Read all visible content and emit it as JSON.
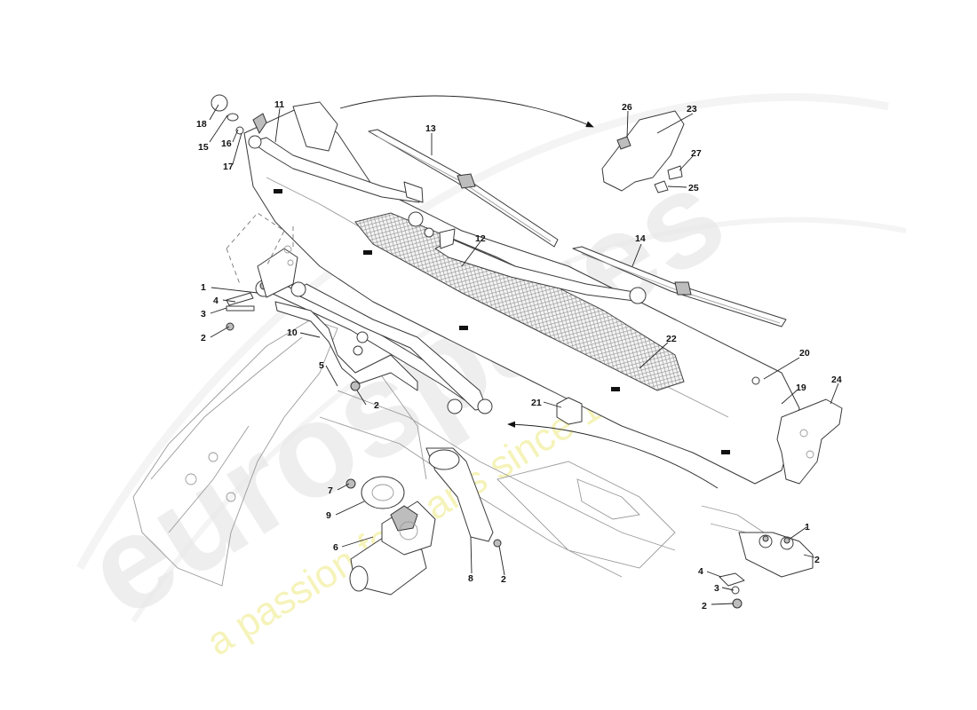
{
  "diagram": {
    "watermark": {
      "brand": "eurospares",
      "tagline": "a passion for parts since 1985"
    },
    "callouts": [
      {
        "id": "c1a",
        "label": "1"
      },
      {
        "id": "c4a",
        "label": "4"
      },
      {
        "id": "c3a",
        "label": "3"
      },
      {
        "id": "c2a",
        "label": "2"
      },
      {
        "id": "c10",
        "label": "10"
      },
      {
        "id": "c5",
        "label": "5"
      },
      {
        "id": "c2b",
        "label": "2"
      },
      {
        "id": "c7",
        "label": "7"
      },
      {
        "id": "c9",
        "label": "9"
      },
      {
        "id": "c6",
        "label": "6"
      },
      {
        "id": "c8",
        "label": "8"
      },
      {
        "id": "c2c",
        "label": "2"
      },
      {
        "id": "c18",
        "label": "18"
      },
      {
        "id": "c15",
        "label": "15"
      },
      {
        "id": "c16",
        "label": "16"
      },
      {
        "id": "c17",
        "label": "17"
      },
      {
        "id": "c11",
        "label": "11"
      },
      {
        "id": "c13",
        "label": "13"
      },
      {
        "id": "c12",
        "label": "12"
      },
      {
        "id": "c14",
        "label": "14"
      },
      {
        "id": "c26",
        "label": "26"
      },
      {
        "id": "c23",
        "label": "23"
      },
      {
        "id": "c27",
        "label": "27"
      },
      {
        "id": "c25",
        "label": "25"
      },
      {
        "id": "c22",
        "label": "22"
      },
      {
        "id": "c20",
        "label": "20"
      },
      {
        "id": "c19",
        "label": "19"
      },
      {
        "id": "c24",
        "label": "24"
      },
      {
        "id": "c21",
        "label": "21"
      },
      {
        "id": "c1b",
        "label": "1"
      },
      {
        "id": "c2d",
        "label": "2"
      },
      {
        "id": "c4b",
        "label": "4"
      },
      {
        "id": "c3b",
        "label": "3"
      },
      {
        "id": "c2e",
        "label": "2"
      }
    ]
  }
}
